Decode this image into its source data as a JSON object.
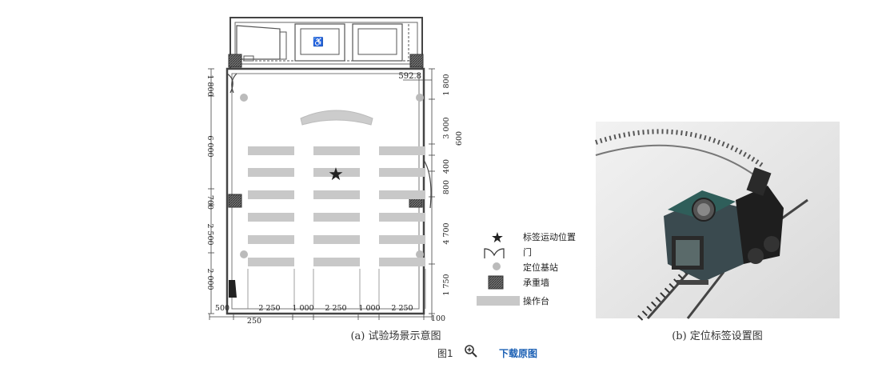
{
  "figure": {
    "plan": {
      "dim_top": "592.8",
      "left_dims": [
        "1 800",
        "6 000",
        "700",
        "2 500",
        "2 000"
      ],
      "right_dims": [
        "1 800",
        "3 000",
        "600",
        "400",
        "800",
        "4 700",
        "1 750"
      ],
      "bottom_dims": [
        "500",
        "2 250",
        "1 000",
        "2 250",
        "1 000",
        "2 250",
        "100"
      ],
      "bottom_sub": "250"
    },
    "legend": [
      {
        "label": "标签运动位置",
        "icon": "star-icon"
      },
      {
        "label": "门",
        "icon": "door-icon"
      },
      {
        "label": "定位基站",
        "icon": "dot-icon"
      },
      {
        "label": "承重墙",
        "icon": "hatched-square-icon"
      },
      {
        "label": "操作台",
        "icon": "gray-bar-icon"
      }
    ],
    "caption_a": "(a)  试验场景示意图",
    "caption_b": "(b)  定位标签设置图"
  },
  "footer": {
    "figure_label": "图1",
    "zoom_icon": "magnifier-plus-icon",
    "download_label": "下载原图"
  },
  "colors": {
    "link": "#1a5fb4",
    "bench": "#c8c8c8",
    "wall": "#555555"
  }
}
